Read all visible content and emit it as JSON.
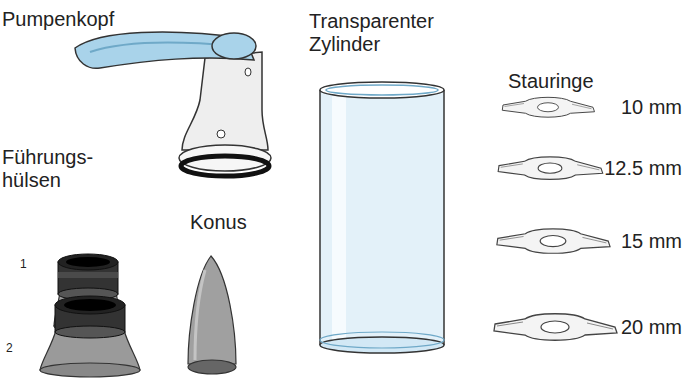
{
  "diagram": {
    "labels": [
      "Pumpenkopf",
      "Transparenter Zylinder",
      "Führungs- hülsen",
      "1",
      "2",
      "Konus",
      "Stauringe",
      "10 mm",
      "12.5 mm",
      "15 mm",
      "20 mm"
    ]
  }
}
